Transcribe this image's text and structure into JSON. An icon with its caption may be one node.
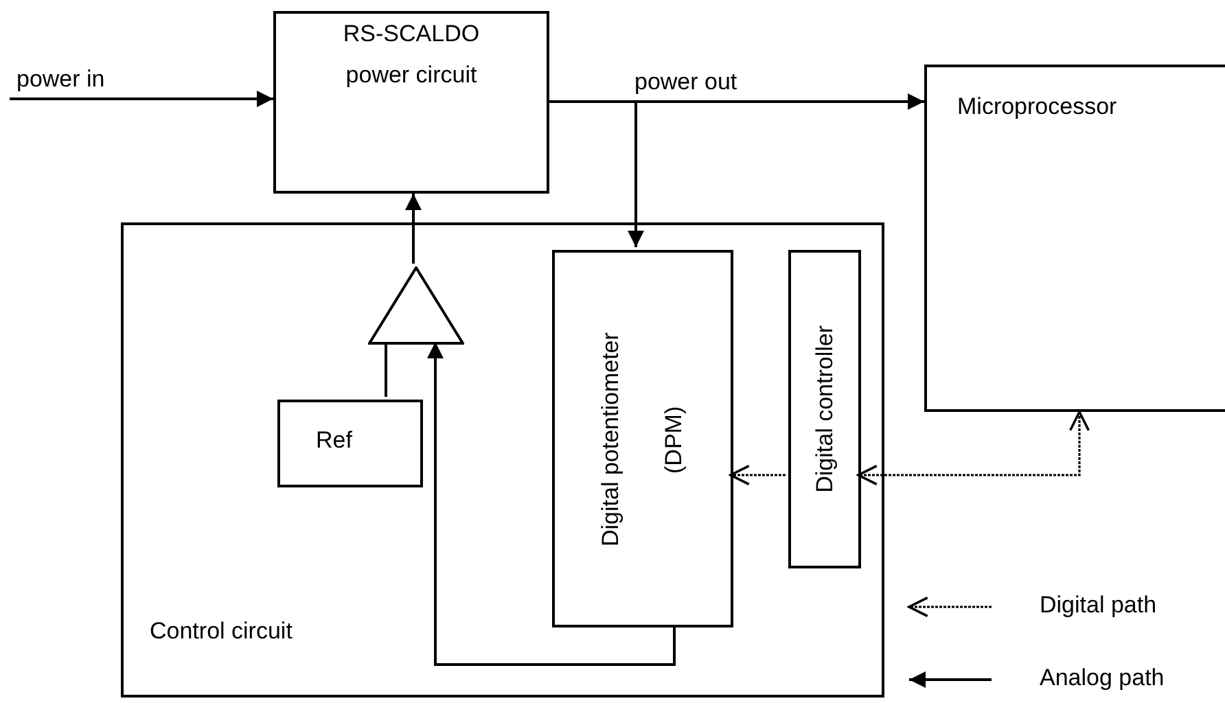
{
  "diagram": {
    "nodes": [
      {
        "text": [
          "RS-SCALDO power circuit"
        ]
      },
      {
        "text": [
          "Microprocessor"
        ]
      },
      {
        "text": [
          "Control circuit"
        ]
      },
      {
        "text": [],
        "shape": "triangle",
        "in": 2
      },
      {
        "text": [
          "Ref"
        ],
        "in": 2
      },
      {
        "text": [
          "Digital potentiometer (DPM)"
        ],
        "in": 2
      },
      {
        "text": [
          "Digital controller"
        ],
        "in": 2
      }
    ],
    "edges": [
      {
        "from": null,
        "to": 0,
        "arrow": "to",
        "label": "power in"
      },
      {
        "from": 0,
        "to": 1,
        "arrow": "to",
        "label": "power out"
      },
      {
        "from": 0,
        "to": 5,
        "arrow": "to"
      },
      {
        "from": 3,
        "to": 0,
        "arrow": "to"
      },
      {
        "from": 4,
        "to": 3,
        "arrow": "none"
      },
      {
        "from": 5,
        "to": 3,
        "arrow": "to"
      },
      {
        "from": 6,
        "to": 5,
        "arrow": "to",
        "style": "dashed"
      },
      {
        "from": 1,
        "to": 6,
        "arrow": "both",
        "style": "dashed"
      }
    ],
    "legend": [
      {
        "text": "Digital path"
      },
      {
        "text": "Analog path"
      }
    ]
  }
}
